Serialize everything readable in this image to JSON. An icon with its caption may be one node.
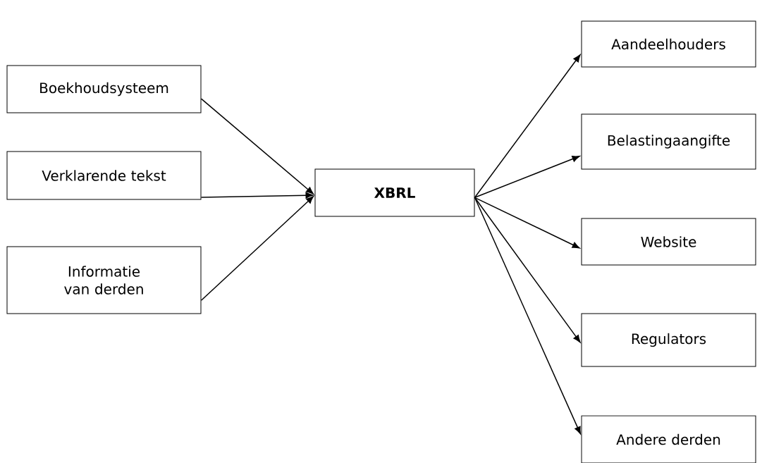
{
  "diagram": {
    "nodes": [
      {
        "text": [
          "Boekhoudsysteem"
        ]
      },
      {
        "text": [
          "Verklarende tekst"
        ]
      },
      {
        "text": [
          "Informatie van derden"
        ]
      },
      {
        "text": [
          "**XBRL**"
        ]
      },
      {
        "text": [
          "Aandeelhouders"
        ]
      },
      {
        "text": [
          "Belastingaangifte"
        ]
      },
      {
        "text": [
          "Website"
        ]
      },
      {
        "text": [
          "Regulators"
        ]
      },
      {
        "text": [
          "Andere derden"
        ]
      }
    ],
    "edges": [
      {
        "from": 0,
        "to": 3,
        "arrow": "to"
      },
      {
        "from": 1,
        "to": 3,
        "arrow": "to"
      },
      {
        "from": 2,
        "to": 3,
        "arrow": "to"
      },
      {
        "from": 3,
        "to": 4,
        "arrow": "to"
      },
      {
        "from": 3,
        "to": 5,
        "arrow": "to"
      },
      {
        "from": 3,
        "to": 6,
        "arrow": "to"
      },
      {
        "from": 3,
        "to": 7,
        "arrow": "to"
      },
      {
        "from": 3,
        "to": 8,
        "arrow": "to"
      }
    ]
  }
}
